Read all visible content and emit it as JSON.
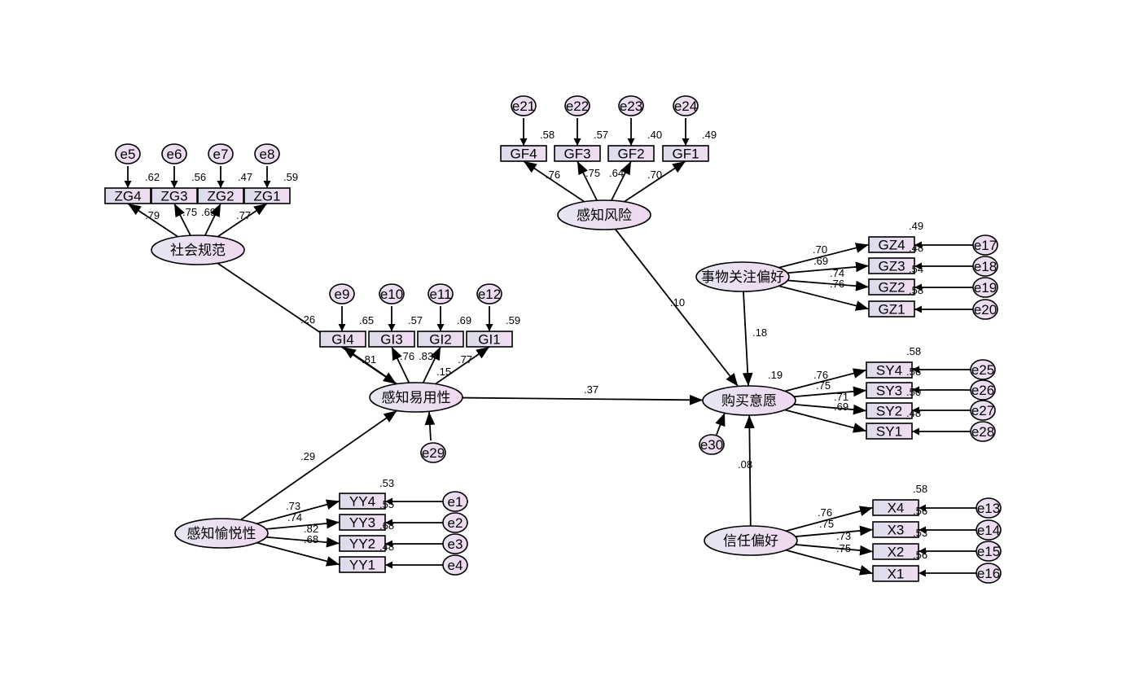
{
  "colors": {
    "box": "#e6e0f0",
    "latent": "#ead9f2",
    "error": "#ead9f2",
    "stroke": "#000000"
  },
  "latents": {
    "shehui": "社会规范",
    "yiyong": "感知易用性",
    "yuyue": "感知愉悦性",
    "fengxian": "感知风险",
    "guanzhu": "事物关注偏好",
    "goumai": "购买意愿",
    "xinren": "信任偏好"
  },
  "observed": {
    "zg4": "ZG4",
    "zg3": "ZG3",
    "zg2": "ZG2",
    "zg1": "ZG1",
    "gi4": "GI4",
    "gi3": "GI3",
    "gi2": "GI2",
    "gi1": "GI1",
    "gf4": "GF4",
    "gf3": "GF3",
    "gf2": "GF2",
    "gf1": "GF1",
    "gz4": "GZ4",
    "gz3": "GZ3",
    "gz2": "GZ2",
    "gz1": "GZ1",
    "sy4": "SY4",
    "sy3": "SY3",
    "sy2": "SY2",
    "sy1": "SY1",
    "yy4": "YY4",
    "yy3": "YY3",
    "yy2": "YY2",
    "yy1": "YY1",
    "x4": "X4",
    "x3": "X3",
    "x2": "X2",
    "x1": "X1"
  },
  "errors": {
    "e1": "e1",
    "e2": "e2",
    "e3": "e3",
    "e4": "e4",
    "e5": "e5",
    "e6": "e6",
    "e7": "e7",
    "e8": "e8",
    "e9": "e9",
    "e10": "e10",
    "e11": "e11",
    "e12": "e12",
    "e13": "e13",
    "e14": "e14",
    "e15": "e15",
    "e16": "e16",
    "e17": "e17",
    "e18": "e18",
    "e19": "e19",
    "e20": "e20",
    "e21": "e21",
    "e22": "e22",
    "e23": "e23",
    "e24": "e24",
    "e25": "e25",
    "e26": "e26",
    "e27": "e27",
    "e28": "e28",
    "e29": "e29",
    "e30": "e30"
  },
  "loadings": {
    "zg4": ".79",
    "zg3": ".75",
    "zg2": ".69",
    "zg1": ".77",
    "gi4": ".81",
    "gi3": ".76",
    "gi2": ".83",
    "gi1": ".77",
    "gf4": ".76",
    "gf3": ".75",
    "gf2": ".64",
    "gf1": ".70",
    "gz4": ".70",
    "gz3": ".69",
    "gz2": ".74",
    "gz1": ".76",
    "sy4": ".76",
    "sy3": ".75",
    "sy2": ".71",
    "sy1": ".69",
    "yy4": ".73",
    "yy3": ".74",
    "yy2": ".82",
    "yy1": ".68",
    "x4": ".76",
    "x3": ".75",
    "x2": ".73",
    "x1": ".75"
  },
  "r2": {
    "zg4": ".62",
    "zg3": ".56",
    "zg2": ".47",
    "zg1": ".59",
    "gi4": ".65",
    "gi3": ".57",
    "gi2": ".69",
    "gi1": ".59",
    "gf4": ".58",
    "gf3": ".57",
    "gf2": ".40",
    "gf1": ".49",
    "gz4": ".49",
    "gz3": ".48",
    "gz2": ".54",
    "gz1": ".58",
    "sy4": ".58",
    "sy3": ".56",
    "sy2": ".50",
    "sy1": ".48",
    "yy4": ".53",
    "yy3": ".55",
    "yy2": ".68",
    "yy1": ".48",
    "x4": ".58",
    "x3": ".56",
    "x2": ".53",
    "x1": ".56",
    "yiyong": ".15",
    "goumai": ".19"
  },
  "structural": {
    "shehui_yiyong": ".26",
    "yuyue_yiyong": ".29",
    "yiyong_goumai": ".37",
    "fengxian_goumai": ".10",
    "guanzhu_goumai": ".18",
    "xinren_goumai": ".08"
  }
}
